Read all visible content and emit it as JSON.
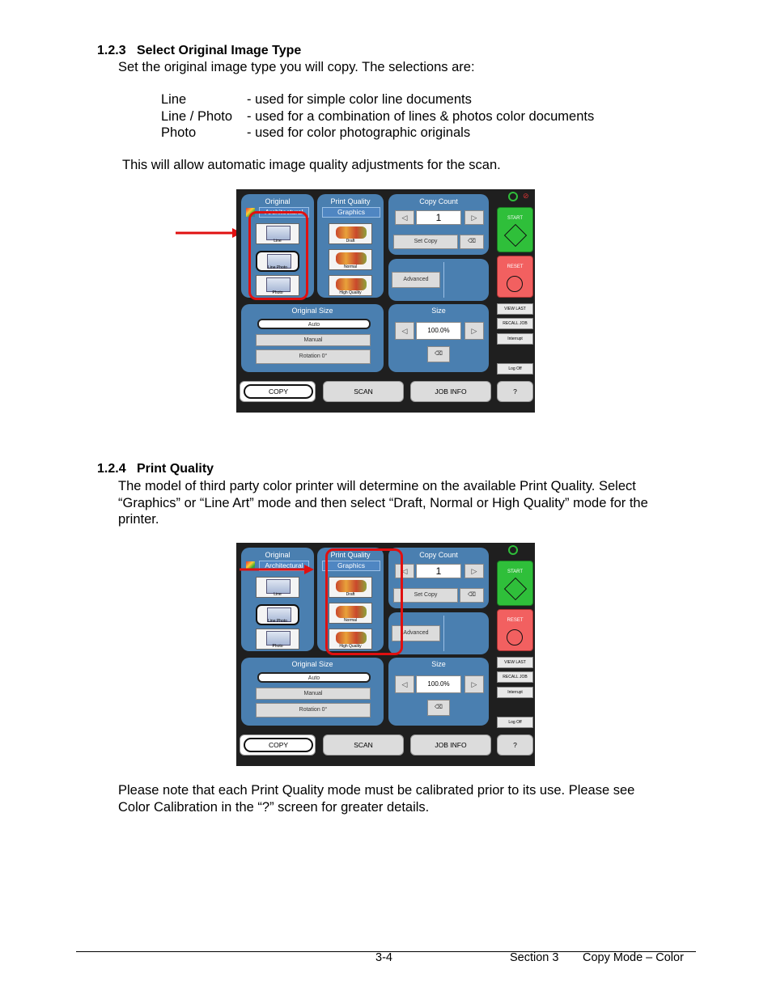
{
  "section_123": {
    "number": "1.2.3",
    "title": "Select Original Image Type",
    "intro": "Set the original image type you will copy. The selections are:",
    "types": [
      {
        "name": "Line",
        "desc": "- used for simple color line documents"
      },
      {
        "name": "Line / Photo",
        "desc": "- used for a combination of lines & photos color documents"
      },
      {
        "name": "Photo",
        "desc": "- used for color photographic originals"
      }
    ],
    "note": "This will allow automatic image quality adjustments for the scan."
  },
  "section_124": {
    "number": "1.2.4",
    "title": "Print Quality",
    "para_lines": [
      "The model of third party color printer will determine on the available Print Quality. Select",
      "“Graphics” or “Line Art” mode and then select “Draft, Normal or High Quality” mode for the",
      "printer."
    ],
    "note_lines": [
      "Please note that each Print Quality mode must be calibrated prior to its use. Please see",
      "Color Calibration in the “?” screen for greater details."
    ]
  },
  "screen": {
    "original": {
      "title": "Original",
      "value": "Architectural",
      "thumbs": [
        "Line",
        "Line Photo",
        "Photo"
      ]
    },
    "print_quality": {
      "title": "Print Quality",
      "value": "Graphics",
      "thumbs": [
        "Draft",
        "Normal",
        "High Quality"
      ]
    },
    "copy_count": {
      "title": "Copy Count",
      "value": "1",
      "set_copy": "Set Copy"
    },
    "advanced": "Advanced",
    "original_size": {
      "title": "Original Size",
      "auto": "Auto",
      "manual": "Manual",
      "rotation": "Rotation 0°"
    },
    "size": {
      "title": "Size",
      "value": "100.0%"
    },
    "side": {
      "start": "START",
      "reset": "RESET",
      "view_last": "VIEW LAST",
      "recall_job": "RECALL JOB",
      "interrupt": "Interrupt",
      "log_off": "Log Off"
    },
    "tabs": {
      "copy": "COPY",
      "scan": "SCAN",
      "job_info": "JOB INFO",
      "help": "?"
    }
  },
  "footer": {
    "page": "3-4",
    "section": "Section 3",
    "title": "Copy Mode – Color"
  },
  "colors": {
    "highlight": "#e01010",
    "panel": "#4a7fb0",
    "start_green": "#2fbf3a",
    "reset_red": "#f26060"
  }
}
